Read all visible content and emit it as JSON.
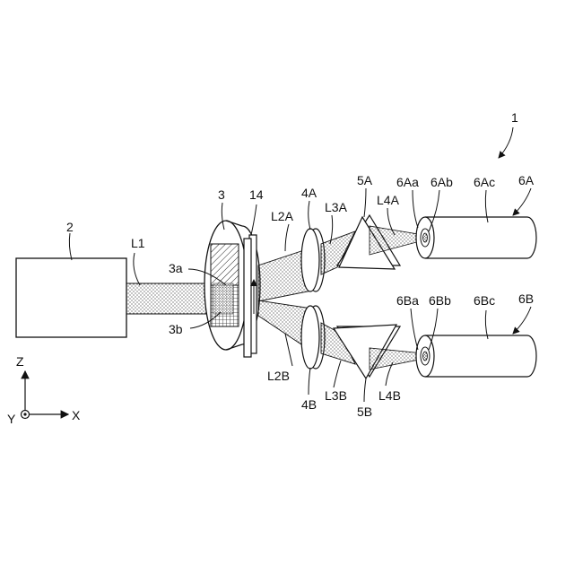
{
  "labels": {
    "system": "1",
    "light_source": "2",
    "wheel": "3",
    "region_a": "3a",
    "region_b": "3b",
    "plate": "14",
    "beam1": "L1",
    "beam2a": "L2A",
    "beam2b": "L2B",
    "lens_a": "4A",
    "lens_b": "4B",
    "beam3a": "L3A",
    "beam3b": "L3B",
    "prism_a": "5A",
    "prism_b": "5B",
    "beam4a": "L4A",
    "beam4b": "L4B",
    "fiber_a": "6A",
    "fiber_a_end": "6Aa",
    "fiber_a_core": "6Ab",
    "fiber_a_body": "6Ac",
    "fiber_b": "6B",
    "fiber_b_end": "6Ba",
    "fiber_b_core": "6Bb",
    "fiber_b_body": "6Bc"
  },
  "axes": {
    "z": "Z",
    "x": "X",
    "y": "Y"
  }
}
